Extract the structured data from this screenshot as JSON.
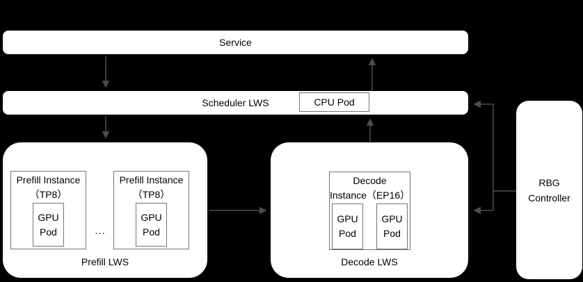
{
  "diagram": {
    "colors": {
      "background": "#000000",
      "node_fill": "#ffffff",
      "inner_border": "#737373",
      "arrow": "#4f4f4f",
      "text": "#000000"
    },
    "service": {
      "label": "Service"
    },
    "scheduler": {
      "label": "Scheduler LWS",
      "cpu_pod_label": "CPU Pod"
    },
    "prefill_lws": {
      "label": "Prefill LWS",
      "ellipsis": "...",
      "instances": [
        {
          "title": "Prefill Instance",
          "subtitle": "（TP8）",
          "pod": {
            "line1": "GPU",
            "line2": "Pod"
          }
        },
        {
          "title": "Prefill Instance",
          "subtitle": "（TP8）",
          "pod": {
            "line1": "GPU",
            "line2": "Pod"
          }
        }
      ]
    },
    "decode_lws": {
      "label": "Decode LWS",
      "instance": {
        "title_line1": "Decode",
        "title_line2": "Instance（EP16）",
        "pods": [
          {
            "line1": "GPU",
            "line2": "Pod"
          },
          {
            "line1": "GPU",
            "line2": "Pod"
          }
        ]
      }
    },
    "rbg_controller": {
      "line1": "RBG",
      "line2": "Controller"
    }
  }
}
